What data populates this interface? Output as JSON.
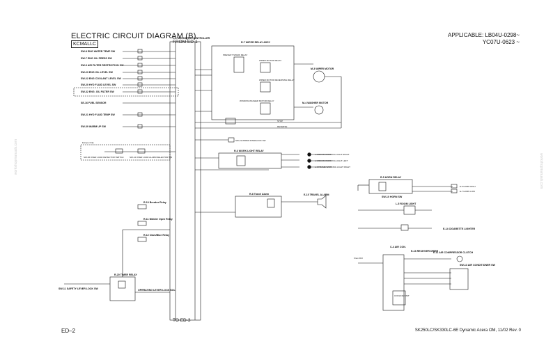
{
  "header": {
    "title": "ELECTRIC CIRCUIT DIAGRAM (B)",
    "badge": "KCMALLC",
    "applicable_1": "APPLICABLE: LB04U-0298~",
    "applicable_2": "YC07U-0623 ~"
  },
  "footer": {
    "page": "ED–2",
    "model": "SK250LC/SK330LC-6E Dynamic Acera OM, 11/02  Rev. 0"
  },
  "watermark": "workshopmanuals.com",
  "controller": {
    "label": "C-1 MECHATRO CONTROLLER",
    "from": "FROM ED-1",
    "to": "TO ED-3"
  },
  "sensors": [
    "SW-8 ENG WATER TEMP SW",
    "SW-7 ENG OIL PRESS SW",
    "SW-9 AIR FILTER RESTRICTION SW",
    "SW-23 ENG OIL LEVEL SW",
    "SW-22 ENG COOLANT LEVEL SW",
    "SW-20 HYD FLUID LEVEL SW",
    "SW-32 ENG. OIL FILTER SW",
    "SE-16 FUEL SENSOR",
    "SW-21 HYD FLUID TEMP SW",
    "SW-39 WARM UP SW"
  ],
  "option_box": {
    "title": "Europe Only",
    "item_1": "SW-36 OVER LOAD DETECTOR SWITCH",
    "item_2": "SW-12 OVER LOAD ALARM SELECTOR SW"
  },
  "relays": {
    "wiper_assy": "R-7 WIPER RELAY ASSY",
    "prevent": "PREVENT SPARK RELAY",
    "wiper_motor_relay": "WIPER MOTOR RELAY",
    "wiper_motor_rev": "WIPER MOTOR REVERSING RELAY",
    "washer_motor_relay": "WINDOW WASHER MOTOR RELAY",
    "wiper_motor": "M-3 WIPER MOTOR",
    "washer_motor": "M-4 WASHER MOTOR",
    "interlock": "SW-19 WIPER INTERLOCK SW",
    "stop": "STOP",
    "reverse": "REVERSE",
    "work_light": "R-6 WORK LIGHT RELAY",
    "travel_alarm": "R-8 Travel Alarm",
    "travel_alarm_out": "E-15 TRAVEL ALARM",
    "breaker": "R-10 Breaker Relay",
    "nibbler": "R-11 Nibbler Open Relay",
    "clamshell": "R-12 Clam/Blue Relay",
    "timer": "R-20 TIMER RELAY",
    "safety_lock": "SW-11 SAFETY LEVER LOCK SW",
    "lock_sol": "OPERATING LEVER LOCK SOL",
    "horn_relay": "R-5 HORN RELAY",
    "horn_sw": "SW-10 HORN SW",
    "room_light": "L-5 ROOM LIGHT",
    "cigarette": "E-14 CIGARETTE LIGHTER",
    "aircon": "C-4 AIR CON.",
    "receiver": "E-16 RECEIVER DRIER",
    "compressor": "E-11 AIR COMPRESSOR CLUTCH",
    "aircon_sw": "SW-13 AIR CONDITIONER SW",
    "cooling_unit": "COOLING UNIT",
    "from": "From R-8"
  },
  "lamps": {
    "boom_right": "L-8 BOOM WORKING LIGHT RIGHT",
    "boom_left": "L-9 BOOM WORKING LIGHT LEFT",
    "frame_right": "L-3 FRAME WORKING LIGHT RIGHT",
    "horn_high": "E-6 HORN HIGH",
    "horn_low": "E-7 HORN LOW"
  }
}
